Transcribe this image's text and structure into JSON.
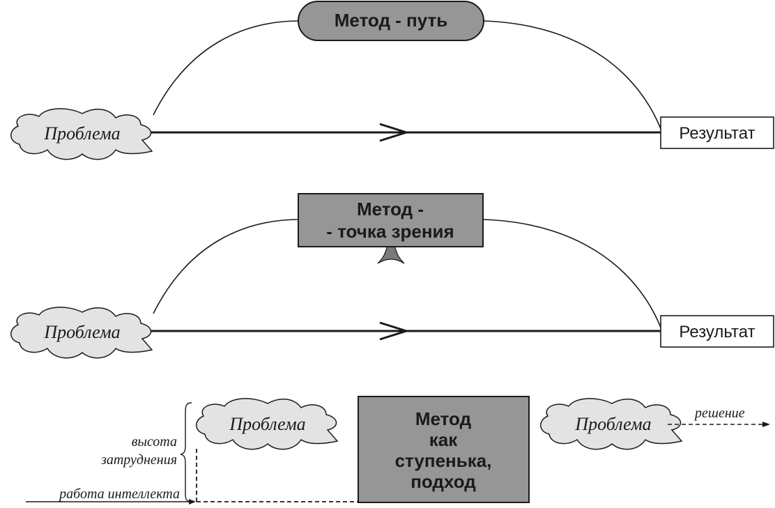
{
  "diagram1": {
    "method_label": "Метод - путь",
    "problem_label": "Проблема",
    "result_label": "Результат"
  },
  "diagram2": {
    "method_label_line1": "Метод -",
    "method_label_line2": "- точка зрения",
    "problem_label": "Проблема",
    "result_label": "Результат"
  },
  "diagram3": {
    "problem_left_label": "Проблема",
    "method_line1": "Метод",
    "method_line2": "как",
    "method_line3": "ступенька,",
    "method_line4": "подход",
    "problem_right_label": "Проблема",
    "solution_label": "решение",
    "height_label_line1": "высота",
    "height_label_line2": "затруднения",
    "work_label": "работа интеллекта"
  },
  "colors": {
    "cloud_fill": "#e3e3e3",
    "method_fill": "#969696",
    "stroke": "#1a1a1a"
  }
}
